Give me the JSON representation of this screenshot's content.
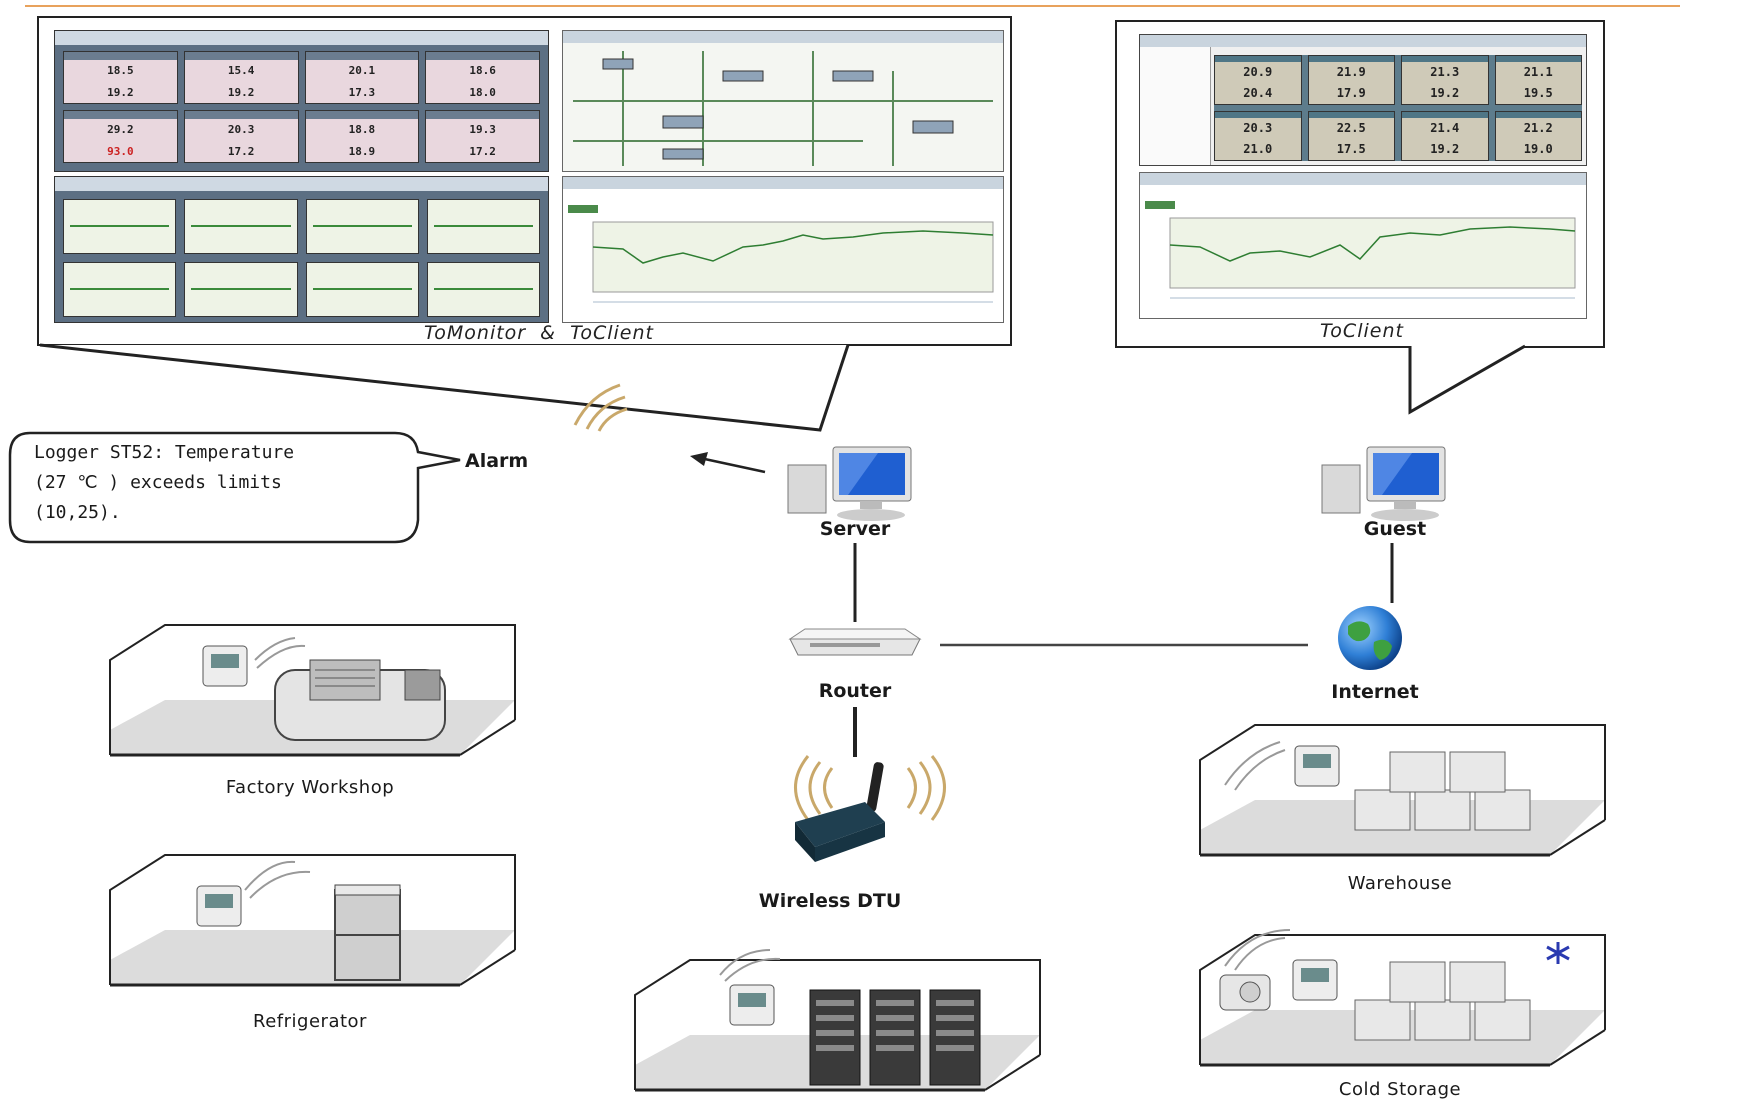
{
  "screens": {
    "left": {
      "caption": "ToMonitor  &  ToClient",
      "grid_values": [
        [
          "18.5",
          "19.2"
        ],
        [
          "15.4",
          "19.2"
        ],
        [
          "20.1",
          "17.3"
        ],
        [
          "18.6",
          "18.0"
        ],
        [
          "29.2",
          "93.0"
        ],
        [
          "20.3",
          "17.2"
        ],
        [
          "18.8",
          "18.9"
        ],
        [
          "19.3",
          "17.2"
        ]
      ]
    },
    "right": {
      "caption": "ToClient",
      "grid_values": [
        [
          "20.9",
          "20.4"
        ],
        [
          "21.9",
          "17.9"
        ],
        [
          "21.3",
          "19.2"
        ],
        [
          "21.1",
          "19.5"
        ],
        [
          "20.3",
          "21.0"
        ],
        [
          "22.5",
          "17.5"
        ],
        [
          "21.4",
          "19.2"
        ],
        [
          "21.2",
          "19.0"
        ]
      ]
    }
  },
  "alarm": {
    "label": "Alarm",
    "message_lines": [
      "Logger ST52: Temperature",
      "(27  ℃ ) exceeds  limits",
      "(10,25)."
    ]
  },
  "nodes": {
    "server": "Server",
    "guest": "Guest",
    "router": "Router",
    "internet": "Internet",
    "dtu": "Wireless DTU"
  },
  "places": {
    "factory": "Factory Workshop",
    "refrigerator": "Refrigerator",
    "warehouse": "Warehouse",
    "cold_storage": "Cold Storage"
  },
  "colors": {
    "accent_line": "#e8a25c",
    "screen_header": "#7a9bb5",
    "alarm_red": "#cc2222",
    "globe": "#2f7fd6",
    "monitor_screen": "#1f5fd1"
  },
  "icons": [
    "monitor-icon",
    "router-icon",
    "globe-icon",
    "dtu-icon",
    "wireless-wave-icon",
    "logger-icon",
    "snowflake-icon"
  ]
}
